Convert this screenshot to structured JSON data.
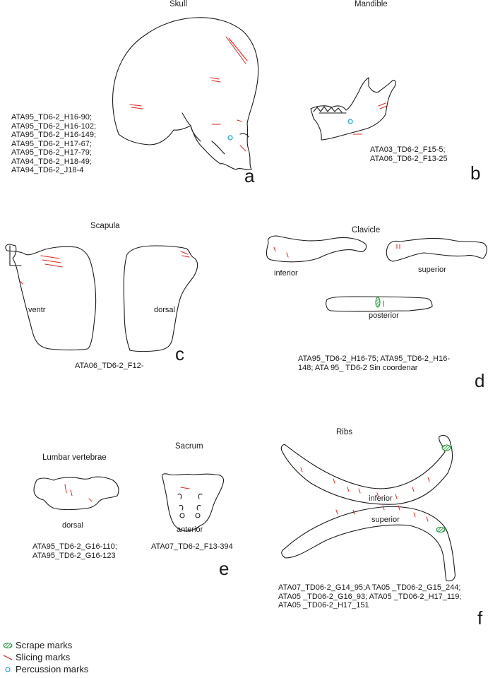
{
  "colors": {
    "slicing": "#e2231a",
    "scrape": "#1e9a3a",
    "percussion": "#1aa5d8",
    "outline": "#1a1a1a"
  },
  "panels": {
    "a": {
      "title": "Skull",
      "letter": "a",
      "ids": [
        "ATA95_TD6-2_H16-90;",
        "ATA95_TD6-2_H16-102;",
        "ATA95_TD6-2_H16-149;",
        "ATA95_TD6-2_H17-67;",
        "ATA95_TD6-2_H17-79;",
        "ATA94_TD6-2_H18-49;",
        "ATA94_TD6-2_J18-4"
      ]
    },
    "b": {
      "title": "Mandible",
      "letter": "b",
      "ids": [
        "ATA03_TD6-2_F15-5;",
        "ATA06_TD6-2_F13-25"
      ]
    },
    "c": {
      "title": "Scapula",
      "letter": "c",
      "label_left": "ventr",
      "label_right": "dorsal",
      "ids": [
        "ATA06_TD6-2_F12-"
      ]
    },
    "d": {
      "title": "Clavicle",
      "letter": "d",
      "label_inferior": "inferior",
      "label_superior": "superior",
      "label_posterior": "posterior",
      "ids": [
        "ATA95_TD6-2_H16-75; ATA95_TD6-2_H16-",
        "148; ATA 95_ TD6-2 Sin coordenar"
      ]
    },
    "e": {
      "title_lumbar": "Lumbar vertebrae",
      "title_sacrum": "Sacrum",
      "letter": "e",
      "label_dorsal": "dorsal",
      "label_anterior": "anterior",
      "ids_lumbar": [
        "ATA95_TD6-2_G16-110;",
        "ATA95_TD6-2_G16-123"
      ],
      "ids_sacrum": [
        "ATA07_TD6-2_F13-394"
      ]
    },
    "f": {
      "title": "Ribs",
      "letter": "f",
      "label_inferior": "inferior",
      "label_superior": "superior",
      "ids": [
        "ATA07_TD06-2_G14_95;A TA05 _TD06-2_G15_244;",
        "ATA05 _TD06-2_G16_93; ATA05 _TD06-2_H17_119;",
        "ATA05 _TD06-2_H17_151"
      ]
    }
  },
  "legend": [
    {
      "label": "Scrape marks",
      "icon": "green-hatched-ellipse"
    },
    {
      "label": "Slicing marks",
      "icon": "red-line"
    },
    {
      "label": "Percussion marks",
      "icon": "blue-circle"
    }
  ]
}
